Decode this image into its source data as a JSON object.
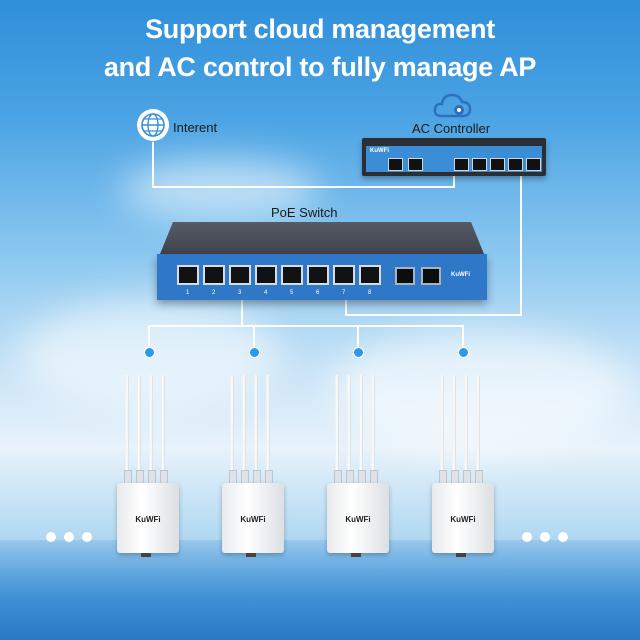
{
  "title_line1": "Support cloud management",
  "title_line2": "and AC control to fully manage AP",
  "internet_label": "Interent",
  "ac_label": "AC Controller",
  "switch_label": "PoE Switch",
  "brand": "KuWFi",
  "switch_port_numbers": [
    "1",
    "2",
    "3",
    "4",
    "5",
    "6",
    "7",
    "8"
  ],
  "colors": {
    "wire": "#ffffff",
    "node_dot": "#2d97e8",
    "device_blue": "#2f78c8"
  }
}
